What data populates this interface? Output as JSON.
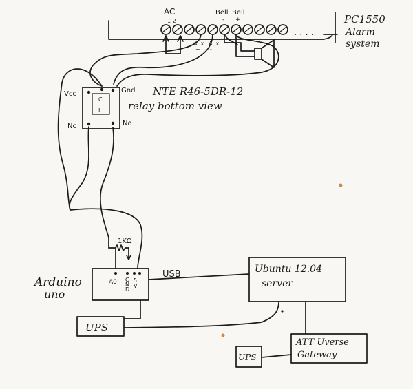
{
  "alarm_panel": {
    "label_line1": "PC1550",
    "label_line2": "Alarm",
    "label_line3": "system",
    "ac_label": "AC",
    "ac_terminals": "1 2",
    "bell_minus_label": "Bell",
    "bell_plus_label": "Bell",
    "bell_minus_sign": "-",
    "bell_plus_sign": "+",
    "aux_plus_label": "Aux",
    "aux_minus_label": "Aux",
    "aux_plus_sign": "+",
    "aux_minus_sign": "-",
    "ellipsis": ". . . ."
  },
  "relay": {
    "title": "NTE R46-5DR-12",
    "subtitle": "relay bottom view",
    "vcc": "Vcc",
    "gnd": "Gnd",
    "nc": "Nc",
    "no": "No",
    "ctl_c": "C",
    "ctl_t": "T",
    "ctl_l": "L"
  },
  "arduino": {
    "label_line1": "Arduino",
    "label_line2": "uno",
    "resistor": "1KΩ",
    "pin_a0": "A0",
    "pin_g": "G",
    "pin_n": "N",
    "pin_d": "D",
    "pin_5": "5",
    "pin_v": "V"
  },
  "usb_label": "USB",
  "server": {
    "line1": "Ubuntu 12.04",
    "line2": "server"
  },
  "gateway": {
    "line1": "ATT Uverse",
    "line2": "Gateway"
  },
  "ups_left": "UPS",
  "ups_right": "UPS"
}
